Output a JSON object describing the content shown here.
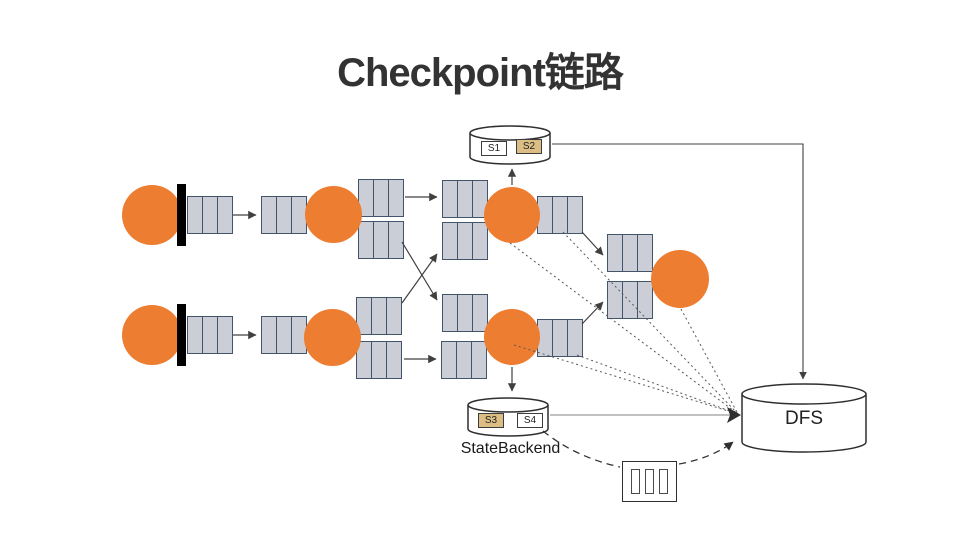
{
  "title": "Checkpoint链路",
  "colors": {
    "operator_orange": "#ED7D31",
    "buffer_fill": "#CBCED7",
    "buffer_border": "#44546A",
    "state_chip_gold": "#DCBE85"
  },
  "backend_top": {
    "chips": [
      "S1",
      "S2"
    ],
    "highlighted_chip": "S2"
  },
  "backend_bottom": {
    "chips": [
      "S3",
      "S4"
    ],
    "highlighted_chip": "S3",
    "caption": "StateBackend"
  },
  "dfs": {
    "label": "DFS"
  }
}
